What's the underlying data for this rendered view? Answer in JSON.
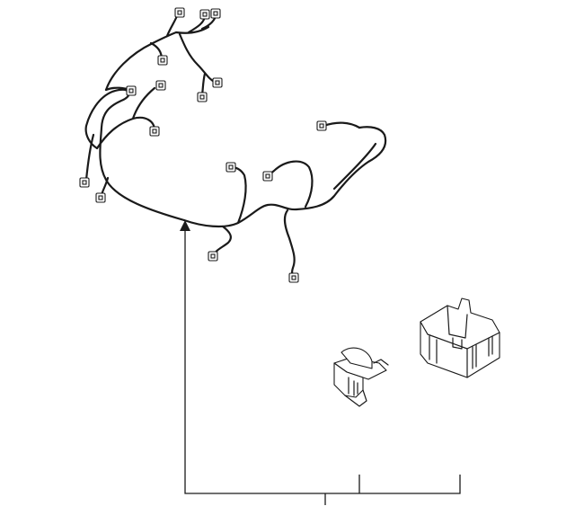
{
  "diagram": {
    "parts": [
      {
        "name": "wire-harness"
      },
      {
        "name": "clip-bracket"
      },
      {
        "name": "protector-cover"
      }
    ],
    "callout_labels": []
  }
}
